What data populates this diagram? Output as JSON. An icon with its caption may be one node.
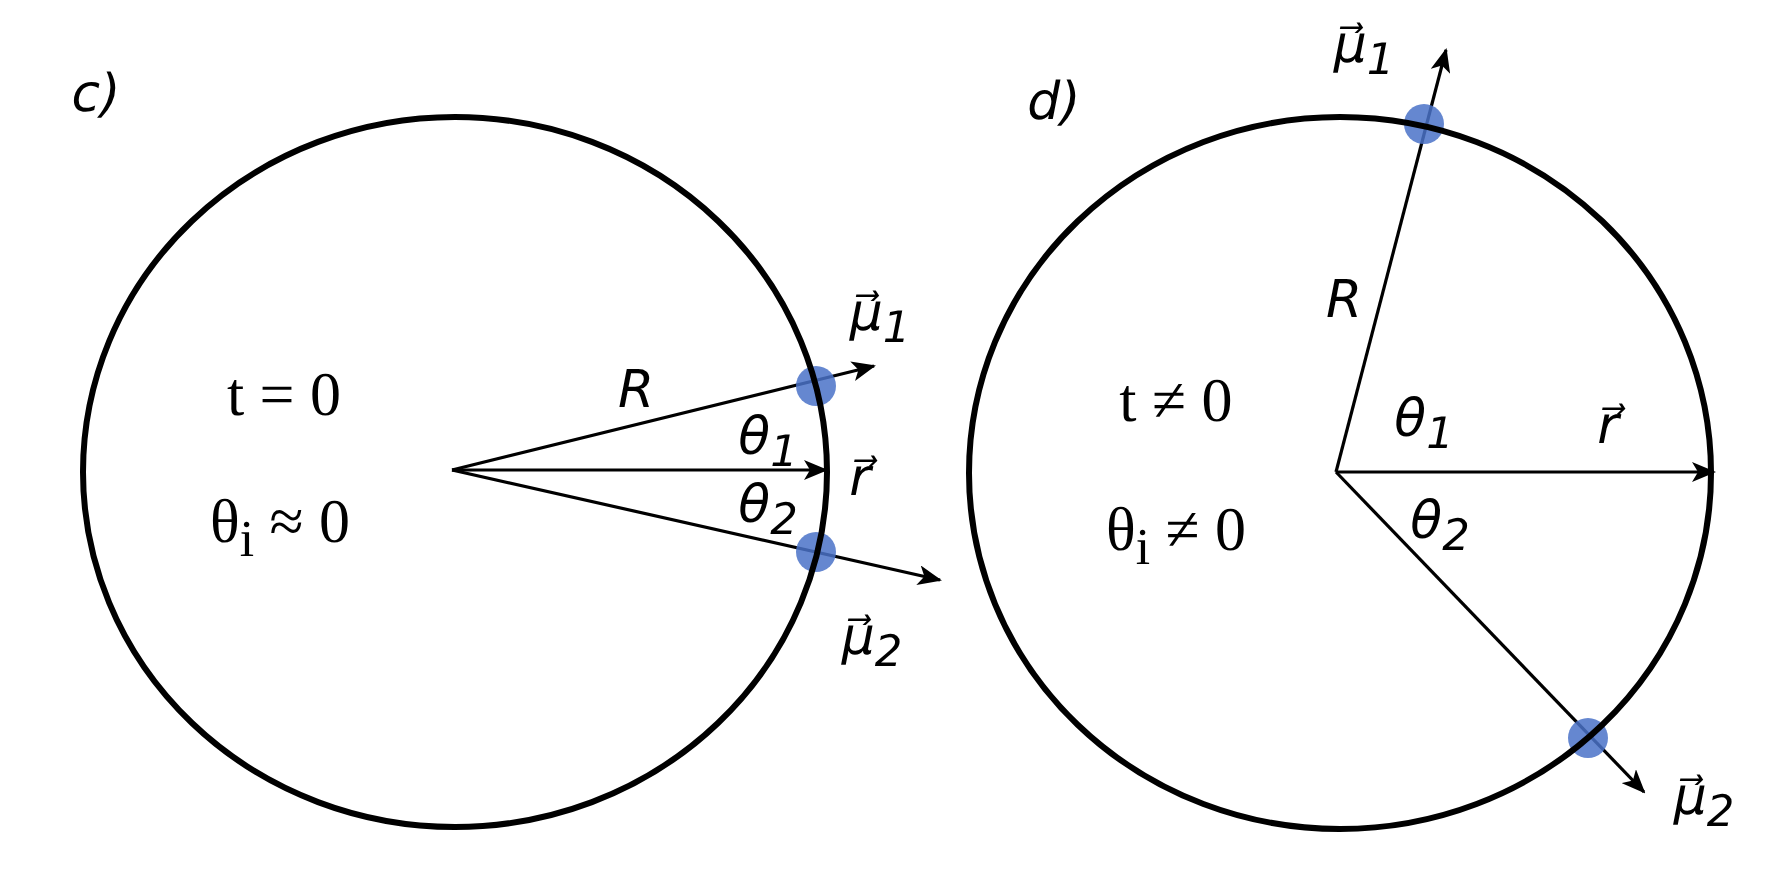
{
  "diagram": {
    "nodes": [
      {
        "text": [
          "t = 0",
          "θ$_{i}$ ≈ 0"
        ]
      },
      {
        "text": [
          "t ≠ 0",
          "θ$_{i}$ ≠ 0"
        ]
      }
    ],
    "edges": [],
    "labels": [
      "c)",
      "μ⃗$_{1}$",
      "R",
      "θ$_{1}$",
      "r⃗",
      "θ$_{2}$",
      "μ⃗$_{2}$",
      "d)",
      "μ⃗$_{1}$",
      "R",
      "θ$_{1}$",
      "r⃗",
      "θ$_{2}$",
      "μ⃗$_{2}$"
    ]
  }
}
